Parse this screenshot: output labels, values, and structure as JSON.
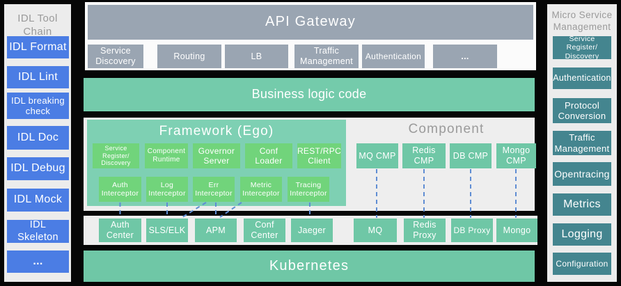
{
  "left_sidebar": {
    "title": "IDL Tool Chain",
    "items": [
      "IDL Format",
      "IDL Lint",
      "IDL breaking check",
      "IDL Doc",
      "IDL Debug",
      "IDL Mock",
      "IDL Skeleton",
      "..."
    ]
  },
  "right_sidebar": {
    "title": "Micro Service Management",
    "items": [
      "Service Register/ Discovery",
      "Authentication",
      "Protocol Conversion",
      "Traffic Management",
      "Opentracing",
      "Metrics",
      "Logging",
      "Configuration"
    ]
  },
  "gateway": {
    "title": "API Gateway",
    "modules": [
      "Service Discovery",
      "Routing",
      "LB",
      "Traffic Management",
      "Authentication",
      "..."
    ]
  },
  "business_logic_label": "Business logic code",
  "framework": {
    "title": "Framework (Ego)",
    "core_modules": [
      "Service Register/ Discovery",
      "Component Runtime",
      "Governor Server",
      "Conf Loader",
      "REST/RPC Client"
    ],
    "interceptors": [
      "Auth Interceptor",
      "Log Interceptor",
      "Err Interceptor",
      "Metric Interceptor",
      "Tracing Interceptor"
    ]
  },
  "component": {
    "title": "Component",
    "items": [
      "MQ CMP",
      "Redis CMP",
      "DB CMP",
      "Mongo CMP"
    ]
  },
  "infrastructure": {
    "items": [
      "Auth Center",
      "SLS/ELK",
      "APM",
      "Conf Center",
      "Jaeger",
      "MQ",
      "Redis Proxy",
      "DB Proxy",
      "Mongo"
    ]
  },
  "kubernetes_label": "Kubernetes",
  "colors": {
    "idl_blue": "#4b7de4",
    "management_teal": "#44858f",
    "gateway_gray": "#9aa5b2",
    "mint_green": "#6fc7a6",
    "business_green": "#74cbab",
    "framework_green": "#7ed0b3",
    "module_green": "#71d47b",
    "connector_blue": "#5f8dd3"
  }
}
